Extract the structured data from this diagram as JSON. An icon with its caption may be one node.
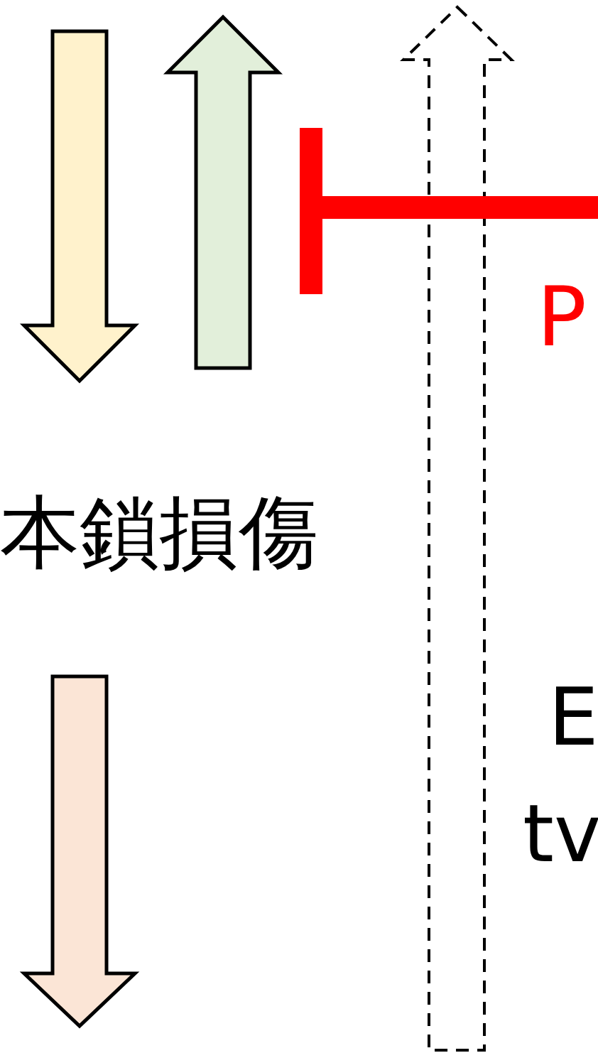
{
  "diagram": {
    "labels": [
      "本鎖損傷",
      "P",
      "E",
      "tv"
    ]
  }
}
